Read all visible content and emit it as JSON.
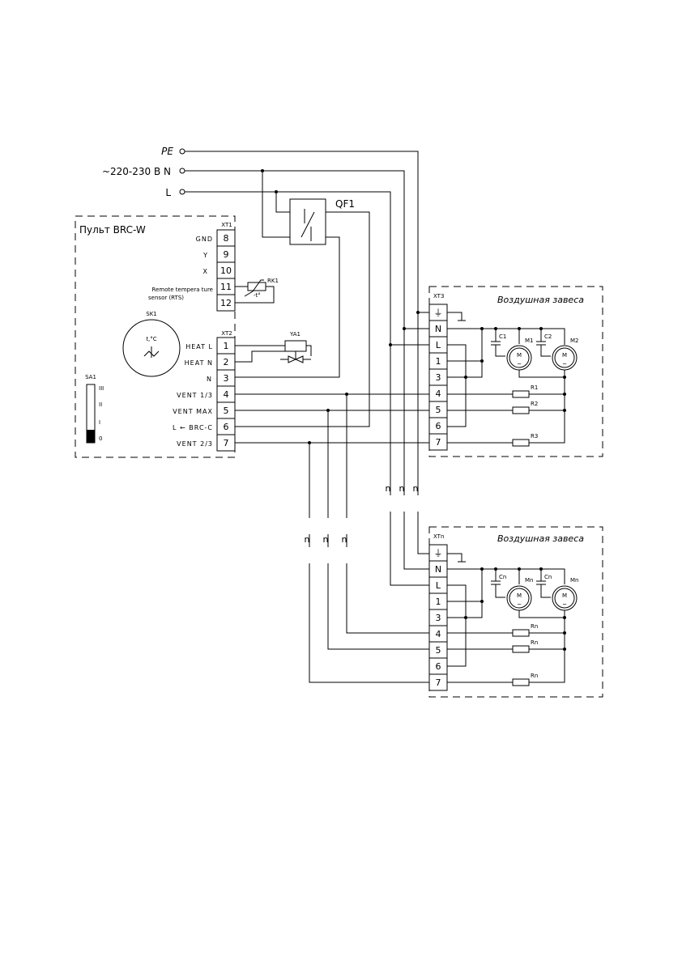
{
  "supply": {
    "pe": "PE",
    "n": "~220-230 В  N",
    "l": "L"
  },
  "breaker": "QF1",
  "panel": {
    "title": "Пульт BRC-W",
    "xt1": {
      "title": "XT1",
      "terminals": [
        {
          "num": "8",
          "label": "GND"
        },
        {
          "num": "9",
          "label": "Y"
        },
        {
          "num": "10",
          "label": "X"
        },
        {
          "num": "11",
          "label": ""
        },
        {
          "num": "12",
          "label": ""
        }
      ]
    },
    "rts_line1": "Remote tempera ture",
    "rts_line2": "sensor (RTS)",
    "rk1": "RK1",
    "rk1_sym": "-t°",
    "sk1": "SK1",
    "sk1_sym": "t,°C",
    "xt2": {
      "title": "XT2",
      "terminals": [
        {
          "num": "1",
          "label": "HEAT L"
        },
        {
          "num": "2",
          "label": "HEAT N"
        },
        {
          "num": "3",
          "label": "N"
        },
        {
          "num": "4",
          "label": "VENT 1/3"
        },
        {
          "num": "5",
          "label": "VENT MAX"
        },
        {
          "num": "6",
          "label": "L ← BRC-C"
        },
        {
          "num": "7",
          "label": "VENT 2/3"
        }
      ]
    },
    "ya1": "YA1",
    "sa1": "SA1",
    "sa1_positions": [
      "III",
      "II",
      "I",
      "0"
    ]
  },
  "curtain1": {
    "title": "Воздушная завеса",
    "block": "XT3",
    "terminals": [
      "⏚",
      "N",
      "L",
      "1",
      "3",
      "4",
      "5",
      "6",
      "7"
    ],
    "c_left": "C1",
    "m_left": "M1",
    "c_right": "C2",
    "m_right": "M2",
    "motor_sym": "M",
    "motor_sub": "~",
    "resistors": [
      "R1",
      "R2",
      "R3"
    ]
  },
  "curtain2": {
    "title": "Воздушная завеса",
    "block": "XTn",
    "terminals": [
      "⏚",
      "N",
      "L",
      "1",
      "3",
      "4",
      "5",
      "6",
      "7"
    ],
    "c_left": "Cn",
    "m_left": "Mn",
    "c_right": "Cn",
    "m_right": "Mn",
    "motor_sym": "M",
    "motor_sub": "~",
    "resistors": [
      "Rn",
      "Rn",
      "Rn"
    ]
  },
  "break_marks": {
    "upper": [
      "n",
      "n",
      "n"
    ],
    "lower": [
      "n",
      "n",
      "n"
    ]
  }
}
